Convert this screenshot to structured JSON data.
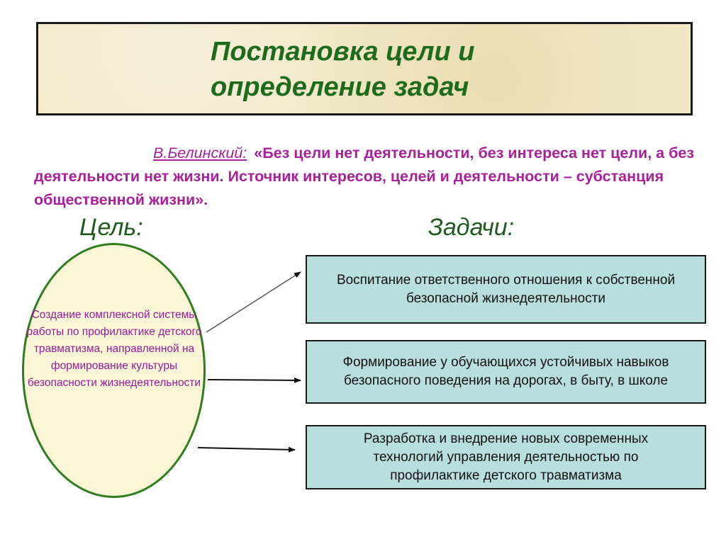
{
  "title": {
    "line1": "Постановка цели и",
    "line2": "определение задач"
  },
  "quote": {
    "author": "В.Белинский:",
    "text": "«Без цели нет деятельности, без интереса нет цели, а без деятельности нет жизни. Источник интересов, целей и деятельности – субстанция общественной жизни»."
  },
  "headings": {
    "goal": "Цель:",
    "tasks": "Задачи:"
  },
  "goal": {
    "text": "Создание комплексной системы работы по профилактике детского травматизма, направленной на формирование культуры безопасности жизнедеятельности"
  },
  "tasks": [
    {
      "text": "Воспитание ответственного отношения к собственной безопасной жизнедеятельности"
    },
    {
      "text": "Формирование у обучающихся устойчивых навыков безопасного поведения на дорогах, в быту, в школе"
    },
    {
      "text": "Разработка и внедрение новых современных технологий управления деятельностью по профилактике детского травматизма"
    }
  ]
}
